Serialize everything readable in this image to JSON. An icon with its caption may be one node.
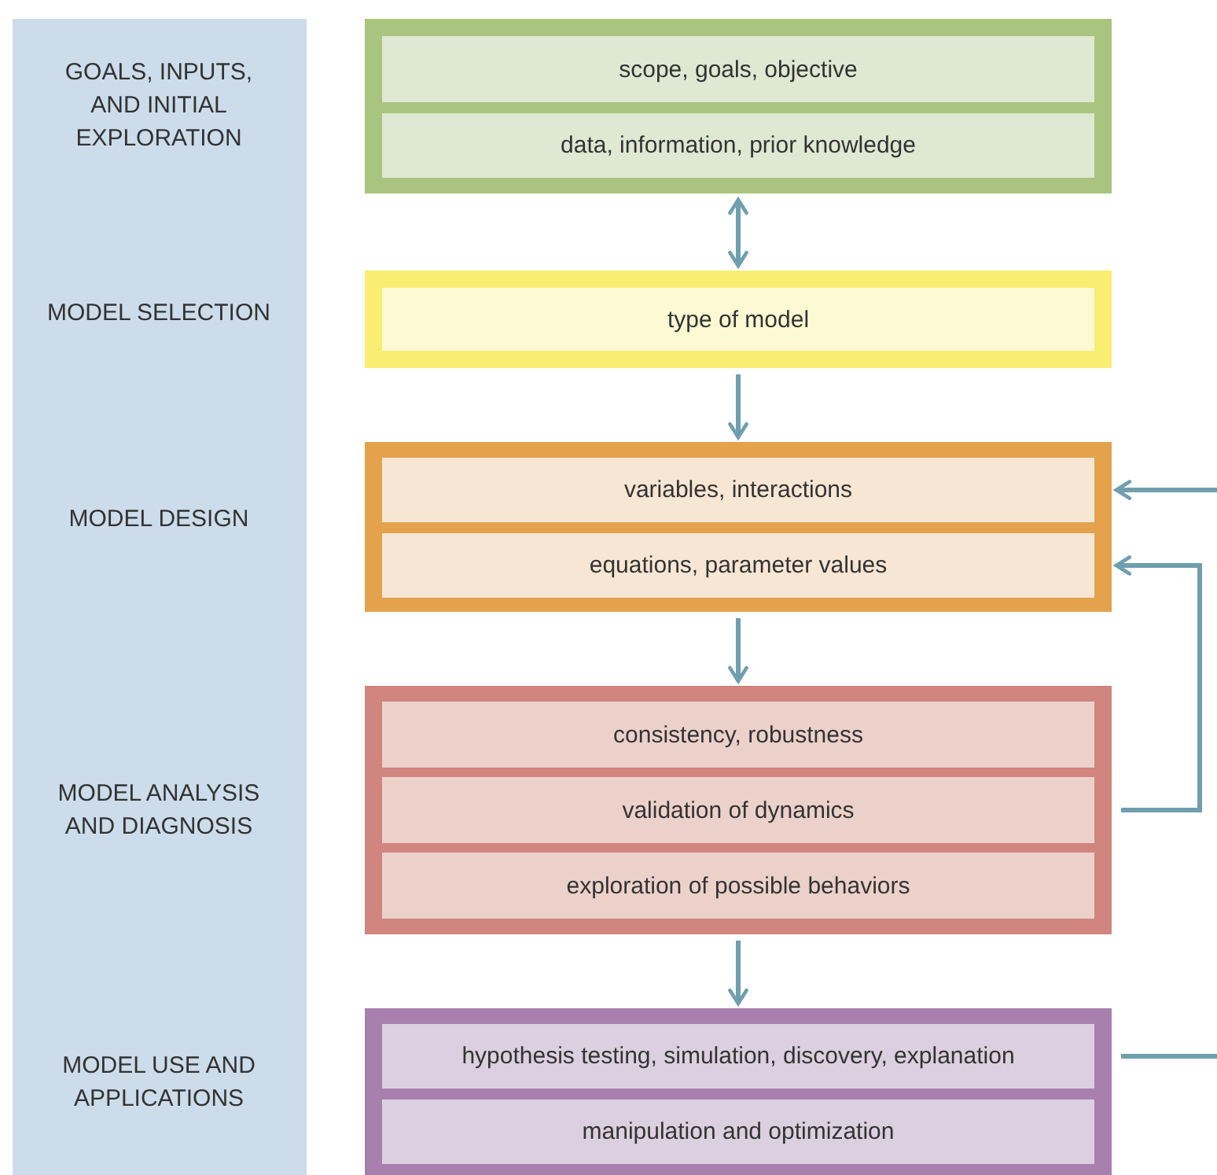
{
  "diagram": {
    "nodes": [
      {
        "text": [
          "GOALS, INPUTS, AND INITIAL EXPLORATION",
          "MODEL SELECTION",
          "MODEL DESIGN",
          "MODEL ANALYSIS AND DIAGNOSIS",
          "MODEL USE AND APPLICATIONS"
        ]
      },
      {
        "text": [],
        "shape": "box"
      },
      {
        "text": [
          "scope, goals, objective"
        ],
        "in": 1
      },
      {
        "text": [
          "data, information, prior knowledge"
        ],
        "in": 1
      },
      {
        "text": [],
        "shape": "box"
      },
      {
        "text": [
          "type of model"
        ],
        "in": 4
      },
      {
        "text": [],
        "shape": "box"
      },
      {
        "text": [
          "variables, interactions"
        ],
        "in": 6
      },
      {
        "text": [
          "equations, parameter values"
        ],
        "in": 6
      },
      {
        "text": [],
        "shape": "box"
      },
      {
        "text": [
          "consistency, robustness"
        ],
        "in": 9
      },
      {
        "text": [
          "validation of dynamics"
        ],
        "in": 9
      },
      {
        "text": [
          "exploration of possible behaviors"
        ],
        "in": 9
      },
      {
        "text": [],
        "shape": "box"
      },
      {
        "text": [
          "hypothesis testing, simulation, discovery, explanation"
        ],
        "in": 13
      },
      {
        "text": [
          "manipulation and optimization"
        ],
        "in": 13
      }
    ],
    "edges": [
      {
        "from": 1,
        "to": 4,
        "arrow": "both"
      },
      {
        "from": 4,
        "to": 6,
        "arrow": "to"
      },
      {
        "from": 6,
        "to": 9,
        "arrow": "to"
      },
      {
        "from": 9,
        "to": 13,
        "arrow": "to"
      },
      {
        "from": null,
        "to": 7,
        "arrow": "to"
      },
      {
        "from": 11,
        "to": 8,
        "arrow": "to"
      },
      {
        "from": 14,
        "to": null,
        "arrow": "none"
      }
    ]
  }
}
